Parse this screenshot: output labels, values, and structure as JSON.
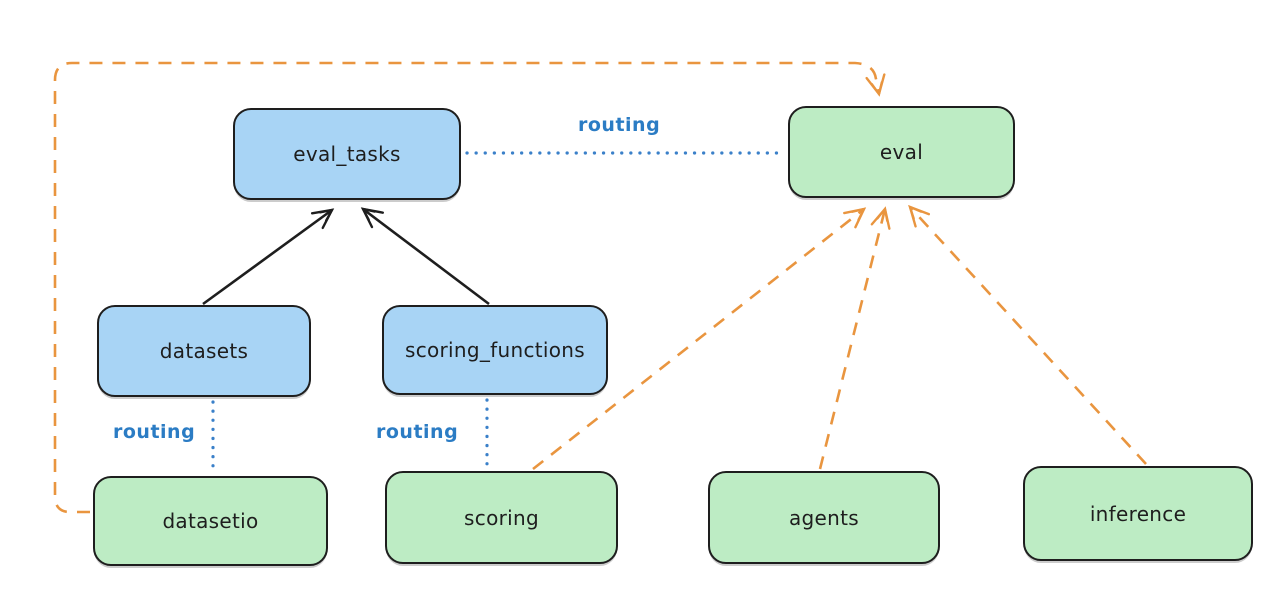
{
  "diagram": {
    "nodes": {
      "eval_tasks": {
        "label": "eval_tasks",
        "color": "blue"
      },
      "eval": {
        "label": "eval",
        "color": "green"
      },
      "datasets": {
        "label": "datasets",
        "color": "blue"
      },
      "scoring_functions": {
        "label": "scoring_functions",
        "color": "blue"
      },
      "datasetio": {
        "label": "datasetio",
        "color": "green"
      },
      "scoring": {
        "label": "scoring",
        "color": "green"
      },
      "agents": {
        "label": "agents",
        "color": "green"
      },
      "inference": {
        "label": "inference",
        "color": "green"
      }
    },
    "labels": {
      "routing_top": "routing",
      "routing_datasetio": "routing",
      "routing_scoring": "routing"
    },
    "edges": [
      {
        "from": "datasets",
        "to": "eval_tasks",
        "style": "solid-black-arrow"
      },
      {
        "from": "scoring_functions",
        "to": "eval_tasks",
        "style": "solid-black-arrow"
      },
      {
        "from": "eval_tasks",
        "to": "eval",
        "style": "dotted-blue",
        "label": "routing"
      },
      {
        "from": "datasets",
        "to": "datasetio",
        "style": "dotted-blue",
        "label": "routing"
      },
      {
        "from": "scoring_functions",
        "to": "scoring",
        "style": "dotted-blue",
        "label": "routing"
      },
      {
        "from": "datasetio",
        "to": "eval",
        "style": "dashed-orange-arrow"
      },
      {
        "from": "scoring",
        "to": "eval",
        "style": "dashed-orange-arrow"
      },
      {
        "from": "agents",
        "to": "eval",
        "style": "dashed-orange-arrow"
      },
      {
        "from": "inference",
        "to": "eval",
        "style": "dashed-orange-arrow"
      }
    ],
    "colors": {
      "blue_fill": "#a8d4f5",
      "green_fill": "#bdecc4",
      "stroke": "#1e1e1e",
      "routing_blue": "#2b7cc4",
      "orange": "#e9953f",
      "background": "#ffffff"
    }
  }
}
